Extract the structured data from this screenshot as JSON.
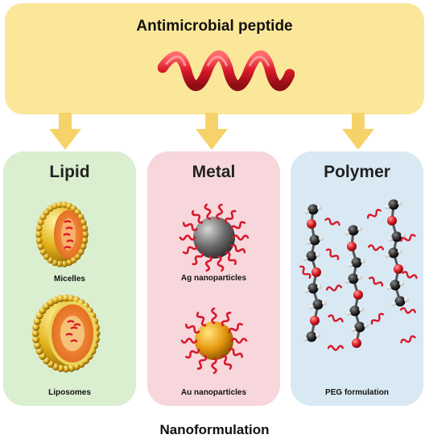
{
  "header": {
    "title": "Antimicrobial peptide"
  },
  "panels": [
    {
      "title": "Lipid",
      "items": [
        "Micelles",
        "Liposomes"
      ]
    },
    {
      "title": "Metal",
      "items": [
        "Ag nanoparticles",
        "Au nanoparticles"
      ]
    },
    {
      "title": "Polymer",
      "items": [
        "PEG formulation"
      ]
    }
  ],
  "footer": {
    "label": "Nanoformulation"
  },
  "colors": {
    "top_box": "#fbe79a",
    "arrow": "#f6d36a",
    "lipid_panel": "#d9efd0",
    "metal_panel": "#f7d7dc",
    "polymer_panel": "#d9e9f3",
    "helix": "#d8182a",
    "gold": "#e3b21b",
    "core_orange": "#f2852a",
    "silver": "#666666"
  }
}
